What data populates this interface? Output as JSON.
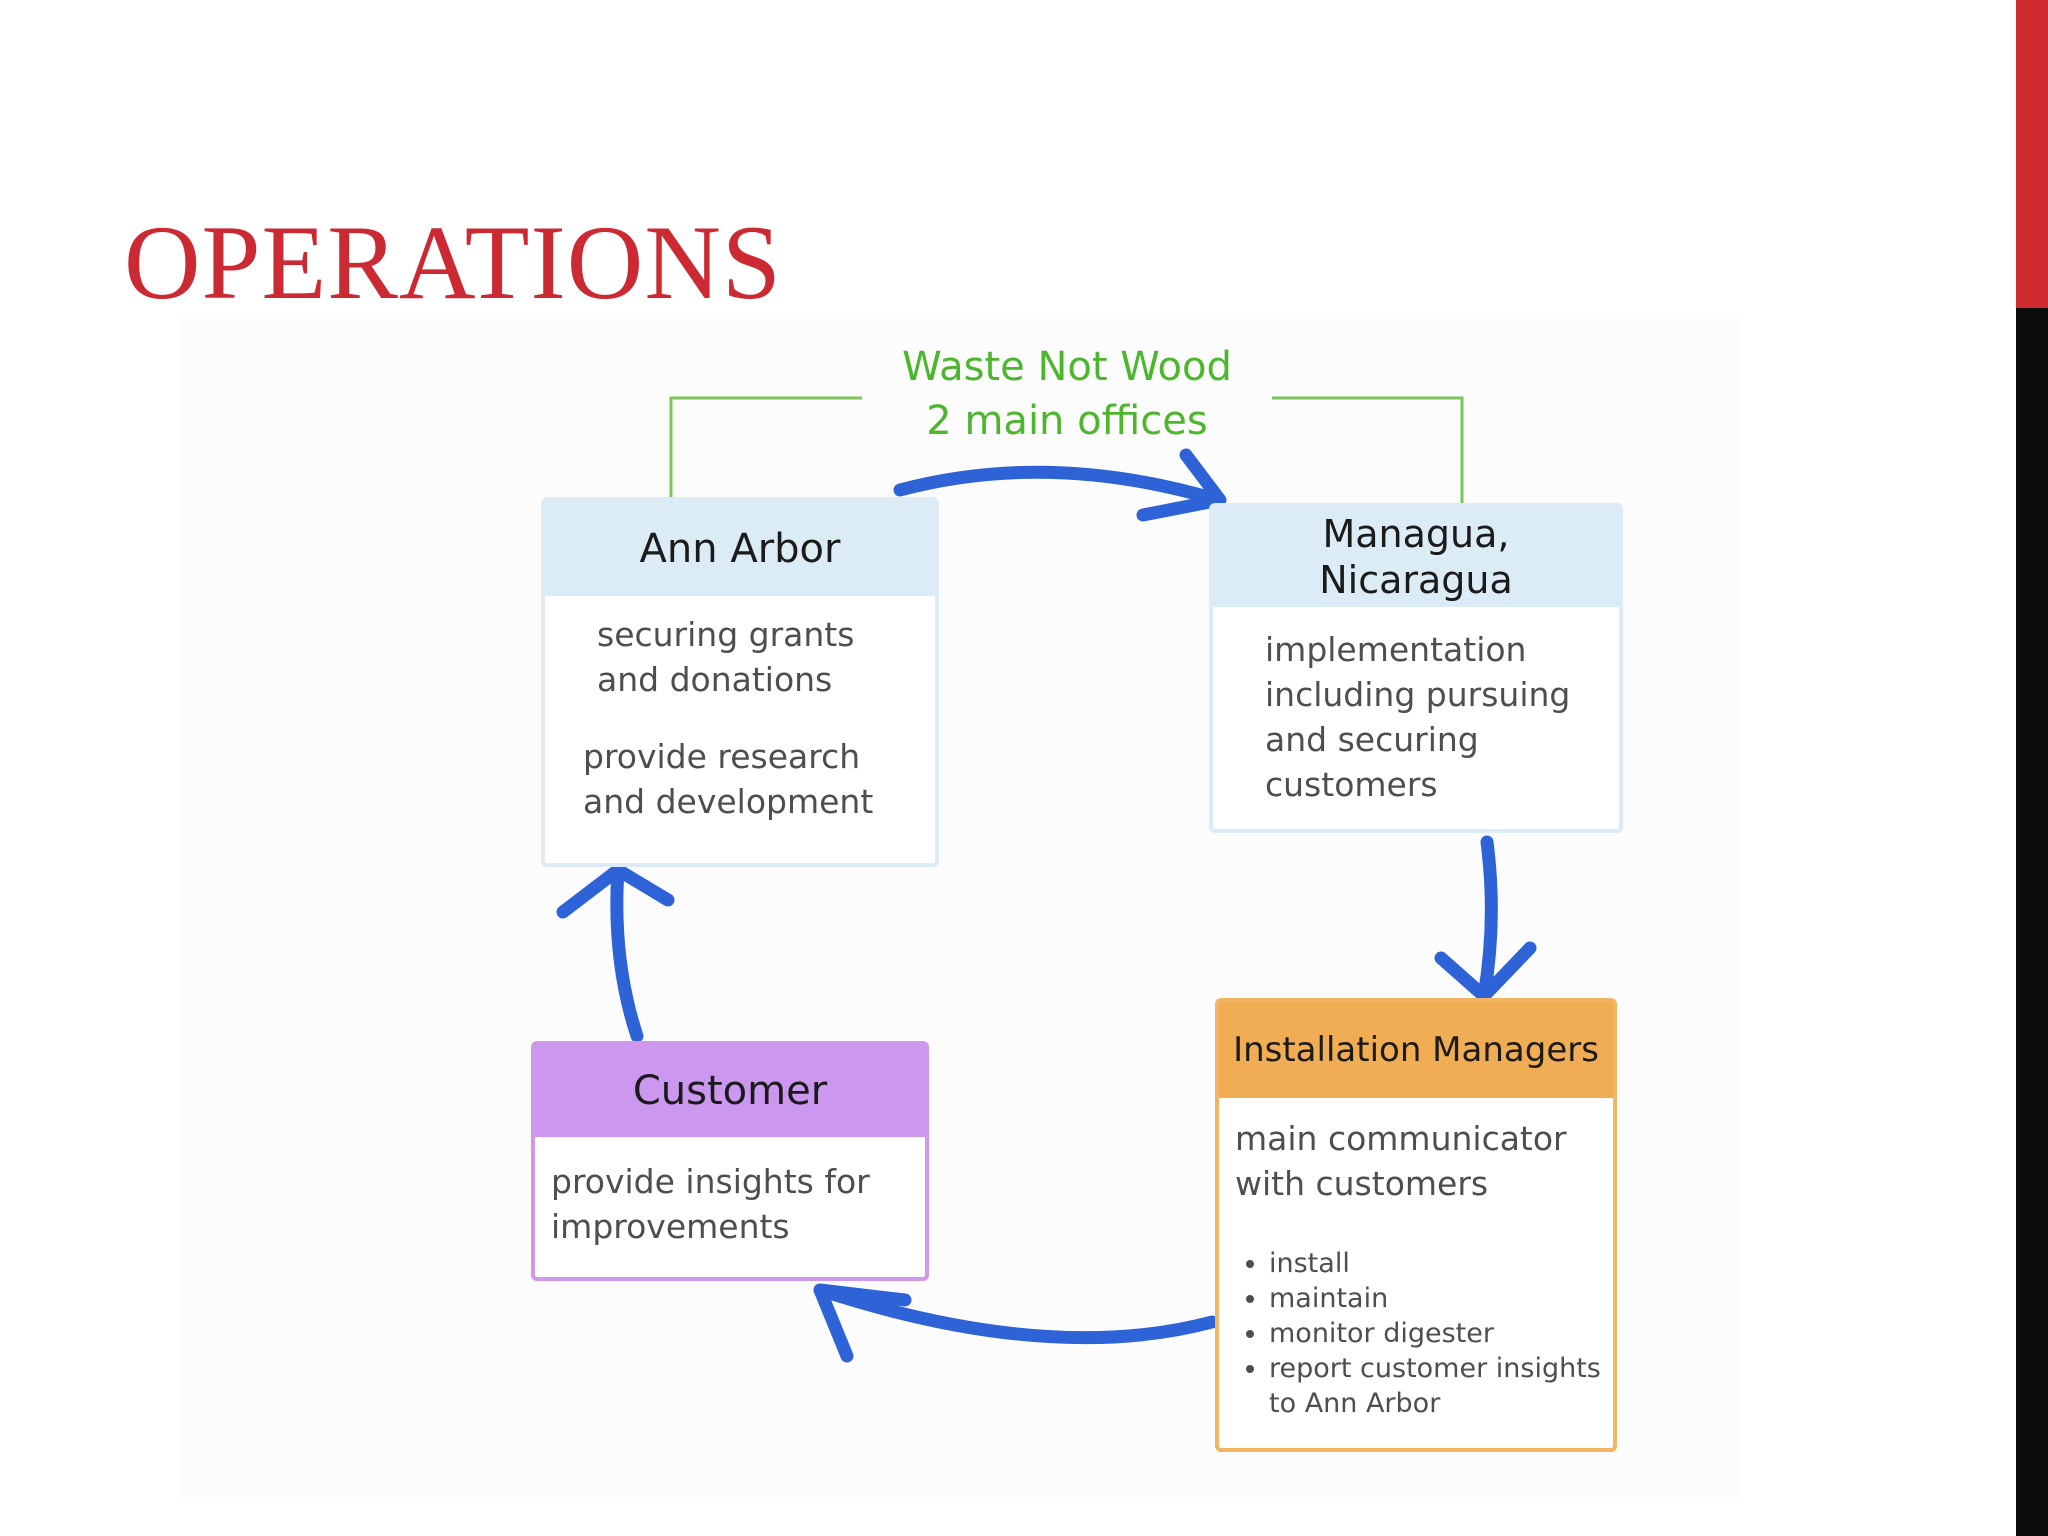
{
  "slide": {
    "title": "OPERATIONS"
  },
  "group": {
    "line1": "Waste Not Wood",
    "line2": "2 main offices"
  },
  "cards": {
    "ann_arbor": {
      "title": "Ann Arbor",
      "lines": [
        "securing grants",
        "and donations",
        "provide research",
        "and development"
      ]
    },
    "managua": {
      "title_line1": "Managua,",
      "title_line2": "Nicaragua",
      "lines": [
        "implementation",
        "including pursuing",
        "and securing",
        "customers"
      ]
    },
    "installation": {
      "title": "Installation Managers",
      "lines": [
        "main communicator",
        "with customers"
      ],
      "bullets": [
        "install",
        "maintain",
        "monitor digester",
        "report customer insights",
        "to Ann Arbor"
      ]
    },
    "customer": {
      "title": "Customer",
      "lines": [
        "provide insights for",
        "improvements"
      ]
    }
  },
  "colors": {
    "title_red": "#cc2a33",
    "group_green": "#4cb62c",
    "arrow_blue": "#2e63d8",
    "office_header": "#dbecf7",
    "installation_header": "#f1ad54",
    "customer_header": "#cc97ee"
  }
}
